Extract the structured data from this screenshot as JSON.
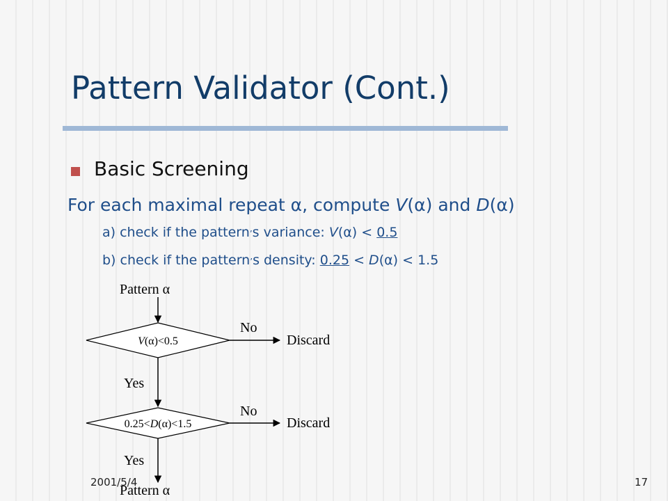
{
  "slide": {
    "title": "Pattern Validator (Cont.)",
    "bullet_heading": "Basic Screening",
    "line1": {
      "prefix": "For each maximal repeat ",
      "alpha": "α",
      "mid": ", compute ",
      "v_func": "V",
      "and_text": " and ",
      "d_func": "D"
    },
    "item_a": {
      "prefix": "a) check if the pattern",
      "apos": "’",
      "rest": "s variance: ",
      "v_func": "V",
      "alpha": "α",
      "op": " < ",
      "threshold": "0.5"
    },
    "item_b": {
      "prefix": "b) check if the pattern",
      "apos": "’",
      "rest": "s density: ",
      "low": "0.25",
      "op1": " < ",
      "d_func": "D",
      "alpha": "α",
      "op2": " <  ",
      "high": "1.5"
    }
  },
  "flowchart": {
    "input_label": "Pattern α",
    "decision1": {
      "v": "V",
      "alpha": "α",
      "cond": "<0.5"
    },
    "decision2": {
      "low": "0.25<",
      "d": "D",
      "alpha": "α",
      "cond": "<1.5"
    },
    "no_label": "No",
    "yes_label": "Yes",
    "discard_label": "Discard",
    "output_label": "Pattern α"
  },
  "footer": {
    "date": "2001/5/4",
    "page_number": "17"
  },
  "colors": {
    "title": "#123c68",
    "body_text": "#1f4e8a",
    "bullet": "#c0504d",
    "rule": "#9fb8d6"
  }
}
